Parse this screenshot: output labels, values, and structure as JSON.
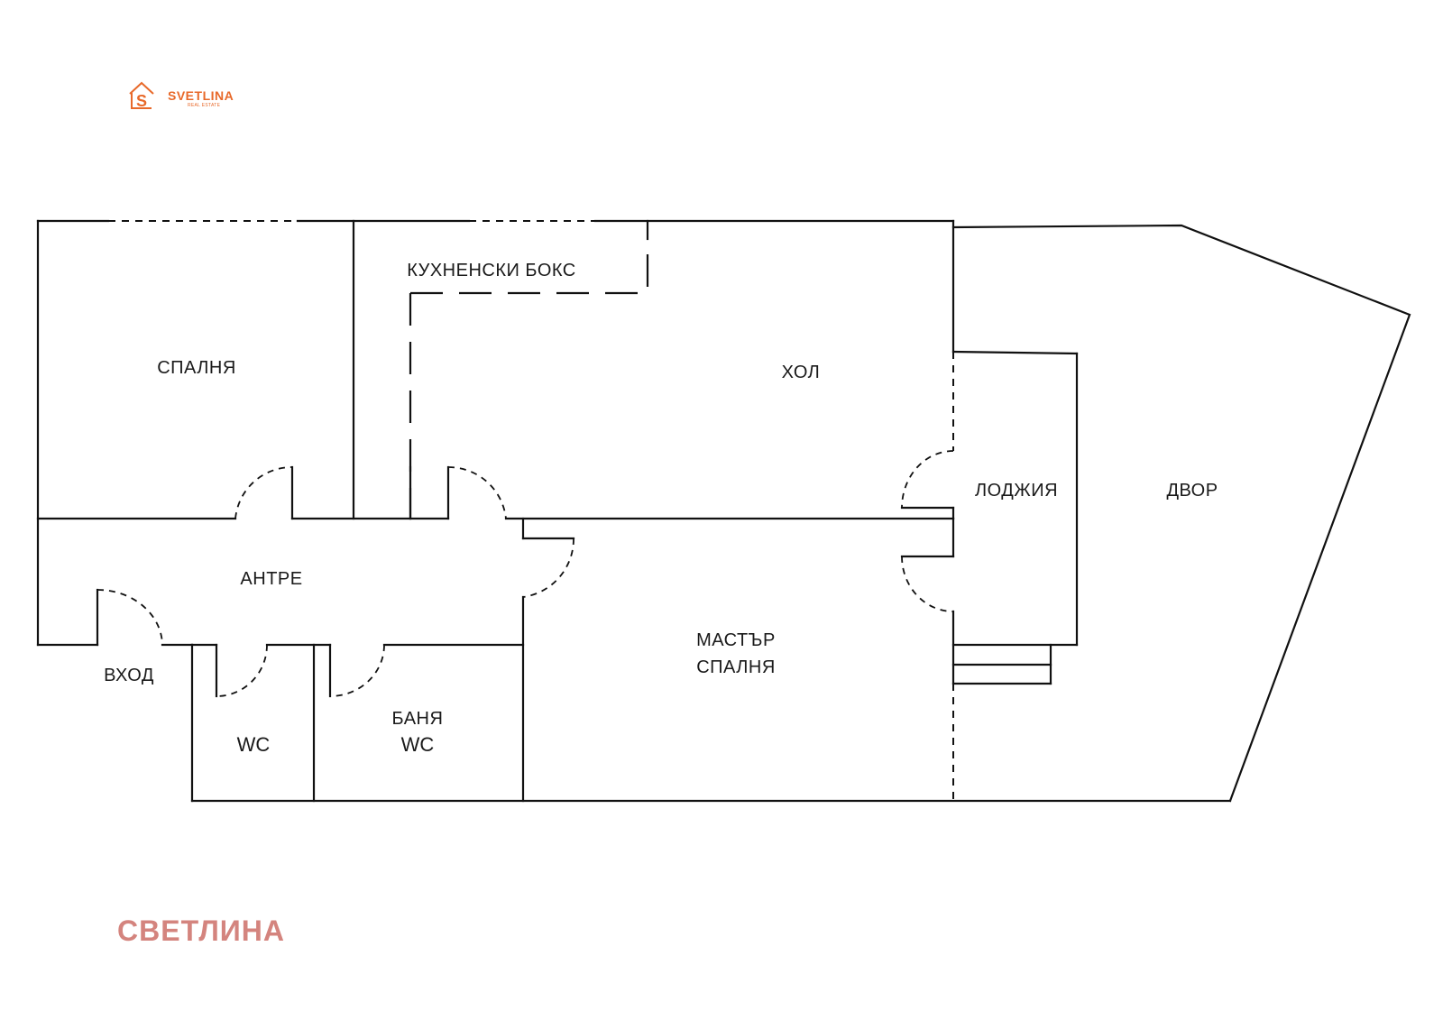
{
  "logo": {
    "name": "SVETLINA",
    "tagline": "REAL ESTATE",
    "icon": "house-s-icon",
    "color": "#e8692a"
  },
  "rooms": {
    "bedroom": "СПАЛНЯ",
    "kitchen": "КУХНЕНСКИ БОКС",
    "living": "ХОЛ",
    "loggia": "ЛОДЖИЯ",
    "yard": "ДВОР",
    "hallway": "АНТРЕ",
    "entrance": "ВХОД",
    "wc": "WC",
    "bathroom_line1": "БАНЯ",
    "bathroom_line2": "WC",
    "master_line1": "МАСТЪР",
    "master_line2": "СПАЛНЯ"
  },
  "watermark": {
    "text": "СВЕТЛИНА",
    "color": "#d4847e"
  }
}
